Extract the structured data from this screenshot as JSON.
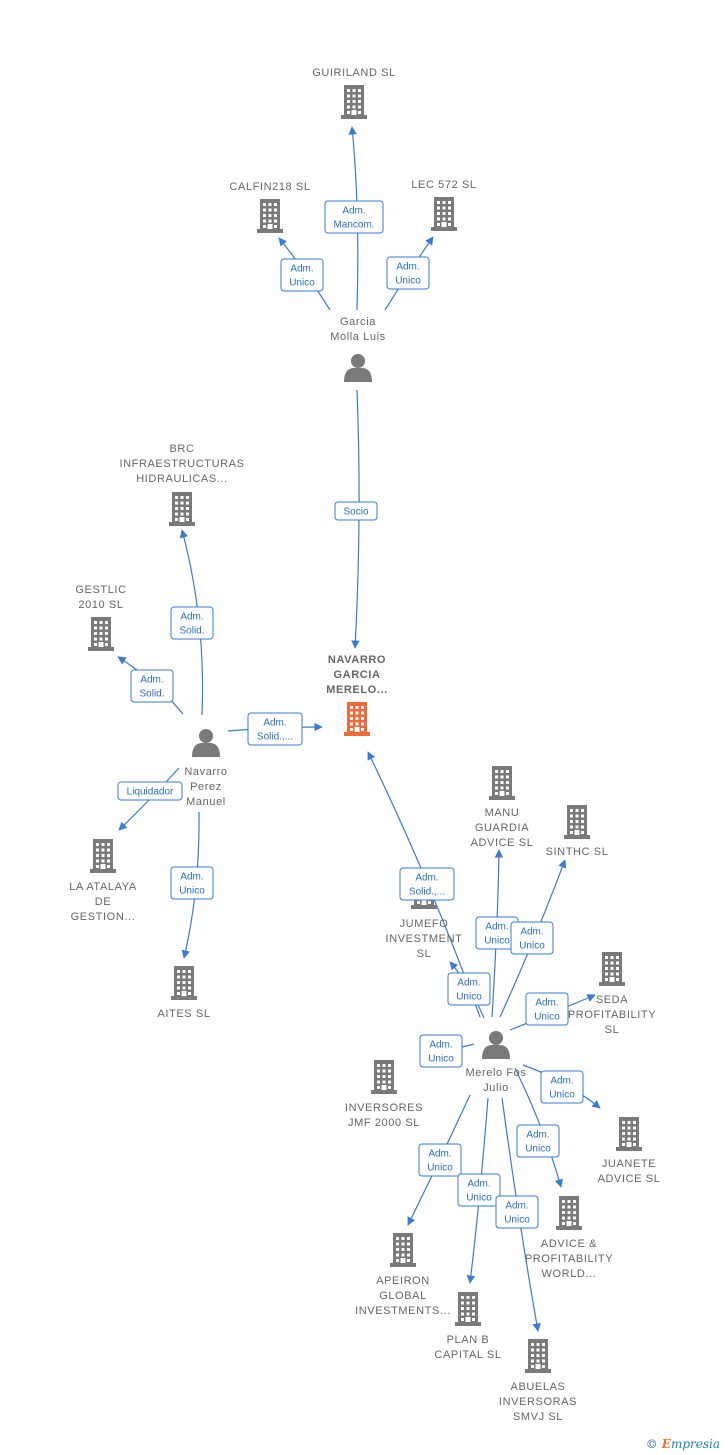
{
  "colors": {
    "edge": "#3a7bd5",
    "company": "#7a7a7a",
    "focus_company": "#f26a3a",
    "person": "#7a7a7a"
  },
  "nodes": [
    {
      "id": "guiriland",
      "type": "company",
      "lines": [
        "GUIRILAND SL"
      ]
    },
    {
      "id": "calfin218",
      "type": "company",
      "lines": [
        "CALFIN218  SL"
      ]
    },
    {
      "id": "lec572",
      "type": "company",
      "lines": [
        "LEC 572 SL"
      ]
    },
    {
      "id": "garcia",
      "type": "person",
      "lines": [
        "Garcia",
        "Molla Luis"
      ]
    },
    {
      "id": "brc",
      "type": "company",
      "lines": [
        "BRC",
        "INFRAESTRUCTURAS",
        "HIDRAULICAS..."
      ]
    },
    {
      "id": "gestlic",
      "type": "company",
      "lines": [
        "GESTLIC",
        "2010 SL"
      ]
    },
    {
      "id": "navarro_garcia",
      "type": "focus",
      "lines": [
        "NAVARRO",
        "GARCIA",
        "MERELO..."
      ]
    },
    {
      "id": "navarro_perez",
      "type": "person",
      "lines": [
        "Navarro",
        "Perez",
        "Manuel"
      ]
    },
    {
      "id": "la_atalaya",
      "type": "company",
      "lines": [
        "LA ATALAYA",
        "DE",
        "GESTION..."
      ]
    },
    {
      "id": "aites",
      "type": "company",
      "lines": [
        "AITES SL"
      ]
    },
    {
      "id": "manu",
      "type": "company",
      "lines": [
        "MANU",
        "GUARDIA",
        "ADVICE  SL"
      ]
    },
    {
      "id": "sinthc",
      "type": "company",
      "lines": [
        "SINTHC  SL"
      ]
    },
    {
      "id": "jumefo",
      "type": "company",
      "lines": [
        "JUMEFO",
        "INVESTMENT",
        "SL"
      ]
    },
    {
      "id": "seda",
      "type": "company",
      "lines": [
        "SEDA",
        "PROFITABILITY",
        "SL"
      ]
    },
    {
      "id": "merelo",
      "type": "person",
      "lines": [
        "Merelo Fos",
        "Julio"
      ]
    },
    {
      "id": "inversores",
      "type": "company",
      "lines": [
        "INVERSORES",
        "JMF 2000  SL"
      ]
    },
    {
      "id": "juanete",
      "type": "company",
      "lines": [
        "JUANETE",
        "ADVICE  SL"
      ]
    },
    {
      "id": "advice",
      "type": "company",
      "lines": [
        "ADVICE &",
        "PROFITABILITY",
        "WORLD..."
      ]
    },
    {
      "id": "apeiron",
      "type": "company",
      "lines": [
        "APEIRON",
        "GLOBAL",
        "INVESTMENTS..."
      ]
    },
    {
      "id": "planb",
      "type": "company",
      "lines": [
        "PLAN B",
        "CAPITAL  SL"
      ]
    },
    {
      "id": "abuelas",
      "type": "company",
      "lines": [
        "ABUELAS",
        "INVERSORAS",
        "SMVJ  SL"
      ]
    }
  ],
  "edges": [
    {
      "from": "garcia",
      "to": "guiriland",
      "lines": [
        "Adm.",
        "Mancom."
      ]
    },
    {
      "from": "garcia",
      "to": "calfin218",
      "lines": [
        "Adm.",
        "Unico"
      ]
    },
    {
      "from": "garcia",
      "to": "lec572",
      "lines": [
        "Adm.",
        "Unico"
      ]
    },
    {
      "from": "garcia",
      "to": "navarro_garcia",
      "lines": [
        "Socio"
      ]
    },
    {
      "from": "navarro_perez",
      "to": "brc",
      "lines": [
        "Adm.",
        "Solid."
      ]
    },
    {
      "from": "navarro_perez",
      "to": "gestlic",
      "lines": [
        "Adm.",
        "Solid."
      ]
    },
    {
      "from": "navarro_perez",
      "to": "navarro_garcia",
      "lines": [
        "Adm.",
        "Solid.,..."
      ]
    },
    {
      "from": "navarro_perez",
      "to": "la_atalaya",
      "lines": [
        "Liquidador"
      ]
    },
    {
      "from": "navarro_perez",
      "to": "aites",
      "lines": [
        "Adm.",
        "Unico"
      ]
    },
    {
      "from": "merelo",
      "to": "navarro_garcia",
      "lines": [
        "Adm.",
        "Solid.,..."
      ]
    },
    {
      "from": "merelo",
      "to": "manu",
      "lines": [
        "Adm.",
        "Unico"
      ]
    },
    {
      "from": "merelo",
      "to": "sinthc",
      "lines": [
        "Adm.",
        "Unico"
      ]
    },
    {
      "from": "merelo",
      "to": "jumefo",
      "lines": [
        "Adm.",
        "Unico"
      ]
    },
    {
      "from": "merelo",
      "to": "seda",
      "lines": [
        "Adm.",
        "Unico"
      ]
    },
    {
      "from": "merelo",
      "to": "inversores",
      "lines": [
        "Adm.",
        "Unico"
      ]
    },
    {
      "from": "merelo",
      "to": "juanete",
      "lines": [
        "Adm.",
        "Unico"
      ]
    },
    {
      "from": "merelo",
      "to": "advice",
      "lines": [
        "Adm.",
        "Unico"
      ]
    },
    {
      "from": "merelo",
      "to": "apeiron",
      "lines": [
        "Adm.",
        "Unico"
      ]
    },
    {
      "from": "merelo",
      "to": "planb",
      "lines": [
        "Adm.",
        "Unico"
      ]
    },
    {
      "from": "merelo",
      "to": "abuelas",
      "lines": [
        "Adm.",
        "Unico"
      ]
    }
  ],
  "footer": {
    "copyright": "©",
    "brand_initial": "E",
    "brand_rest": "mpresia"
  }
}
